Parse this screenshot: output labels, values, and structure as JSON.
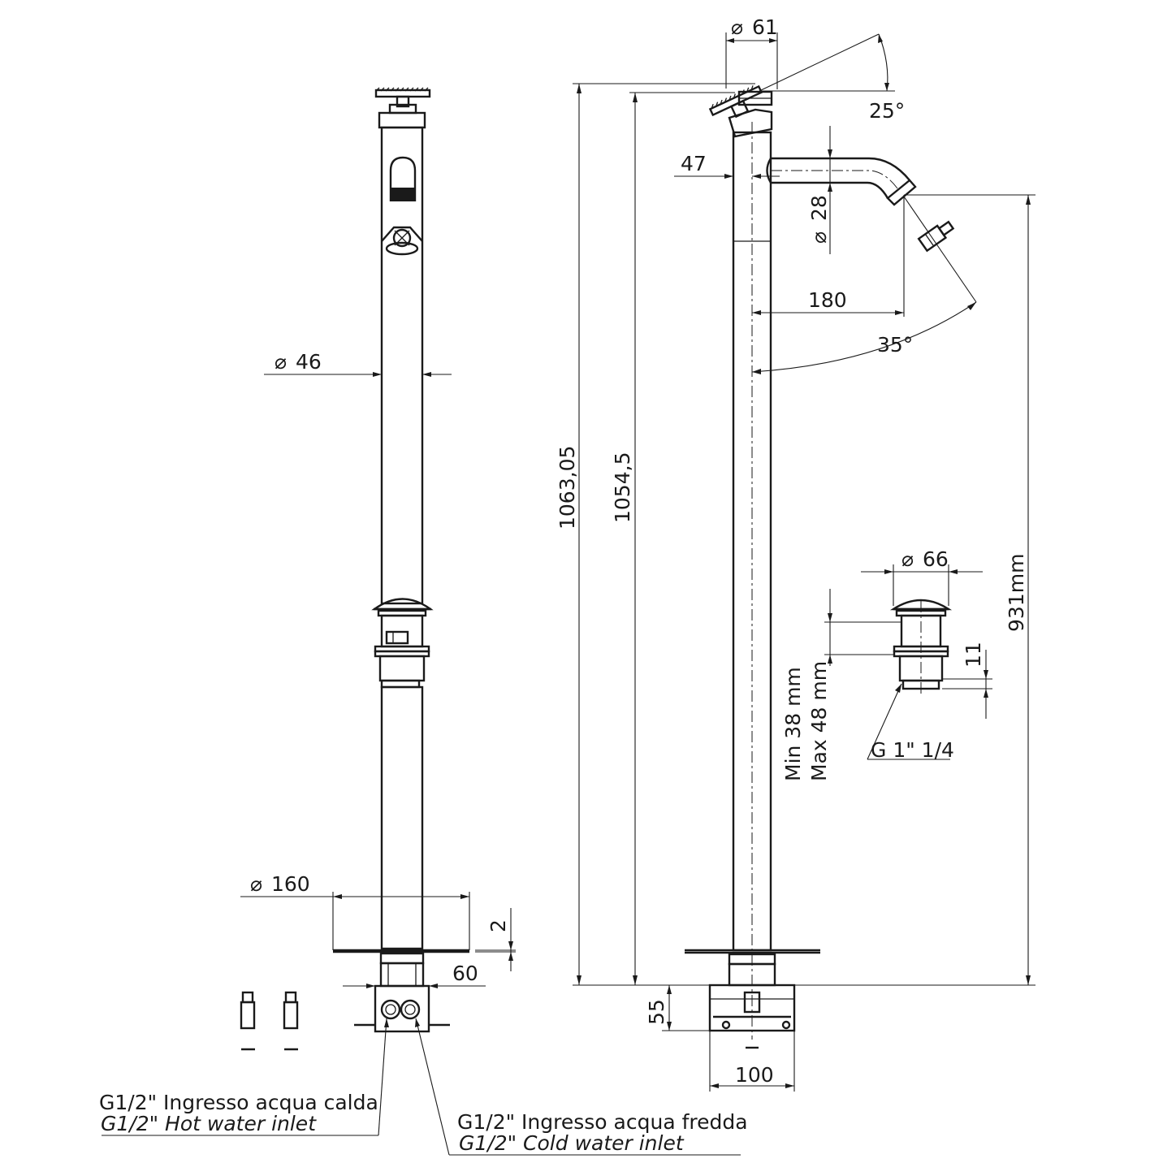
{
  "dimensions": {
    "d61": "61",
    "a25": "25°",
    "d47": "47",
    "d28": "28",
    "d180": "180",
    "a35": "35°",
    "d46": "46",
    "d1063": "1063,05",
    "d1054": "1054,5",
    "d931": "931mm",
    "d66": "66",
    "d11": "11",
    "min38": "Min 38 mm",
    "max48": "Max 48 mm",
    "g114": "G 1\" 1/4",
    "d160": "160",
    "d2": "2",
    "d60": "60",
    "d55": "55",
    "d100": "100"
  },
  "labels": {
    "hot_it": "G1/2\" Ingresso acqua calda",
    "hot_en": "G1/2\" Hot water inlet",
    "cold_it": "G1/2\" Ingresso acqua fredda",
    "cold_en": "G1/2\" Cold water inlet"
  },
  "colors": {
    "hot": "#e8141c",
    "cold": "#1e1ebe",
    "line": "#1a1a1a"
  },
  "symbols": {
    "diameter": "⌀"
  }
}
